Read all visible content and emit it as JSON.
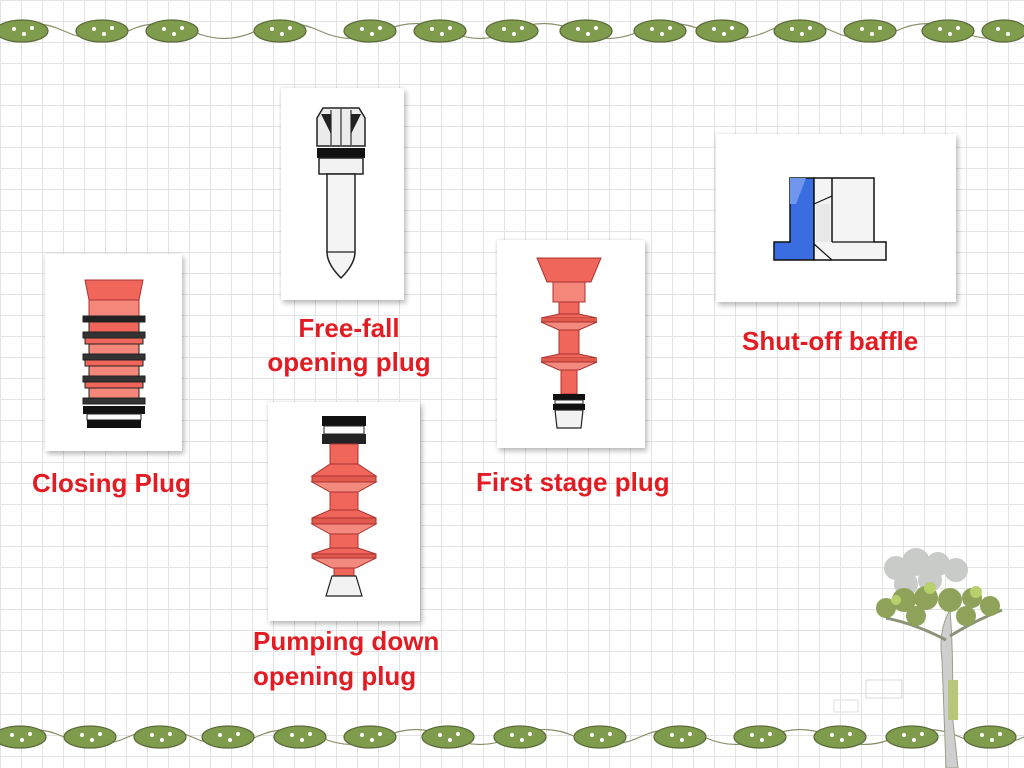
{
  "slide": {
    "labels": {
      "closing_plug": "Closing Plug",
      "free_fall_line1": "Free-fall",
      "free_fall_line2": "opening plug",
      "pumping_down_line1": "Pumping down",
      "pumping_down_line2": "opening plug",
      "first_stage_plug": "First stage plug",
      "shut_off_baffle": "Shut-off baffle"
    }
  },
  "colors": {
    "label_red": "#e31b23",
    "plug_salmon": "#f0665a",
    "baffle_blue": "#3a6ee0",
    "leaf_green": "#7a9a4a"
  },
  "decor": {
    "border_icon": "leaf-vine-border",
    "corner_icon": "tree-illustration"
  }
}
